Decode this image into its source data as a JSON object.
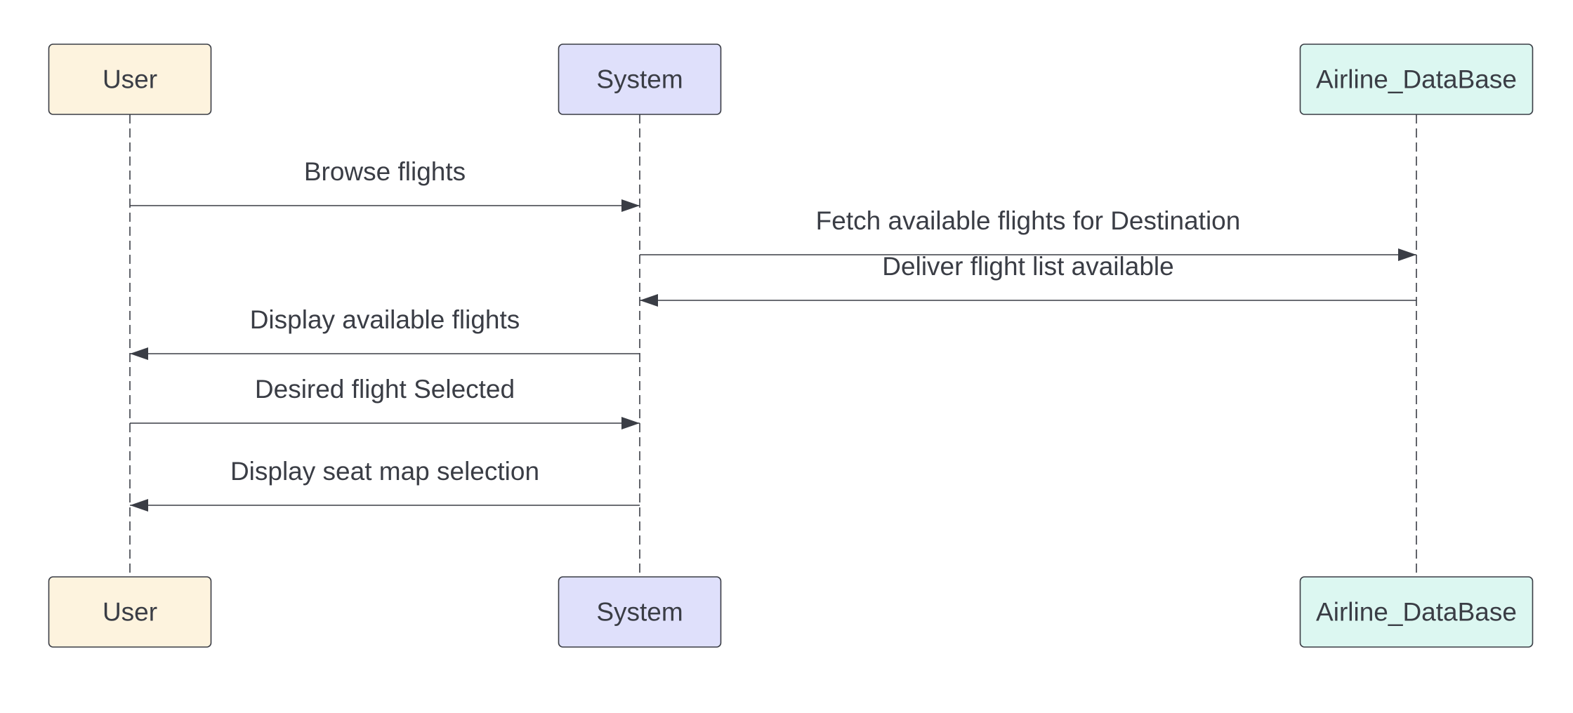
{
  "colors": {
    "stroke": "#3a3d45",
    "text": "#3a3d45",
    "background": "#ffffff"
  },
  "participants": [
    {
      "id": "user",
      "label": "User",
      "fill": "#fdf3de"
    },
    {
      "id": "system",
      "label": "System",
      "fill": "#dfe0fb"
    },
    {
      "id": "airline-database",
      "label": "Airline_DataBase",
      "fill": "#dcf7f1"
    }
  ],
  "messages": [
    {
      "from": "user",
      "to": "system",
      "label": "Browse flights"
    },
    {
      "from": "system",
      "to": "airline-database",
      "label": "Fetch available flights for Destination"
    },
    {
      "from": "airline-database",
      "to": "system",
      "label": "Deliver flight list available"
    },
    {
      "from": "system",
      "to": "user",
      "label": "Display available flights"
    },
    {
      "from": "user",
      "to": "system",
      "label": "Desired flight Selected"
    },
    {
      "from": "system",
      "to": "user",
      "label": "Display seat map selection"
    }
  ]
}
